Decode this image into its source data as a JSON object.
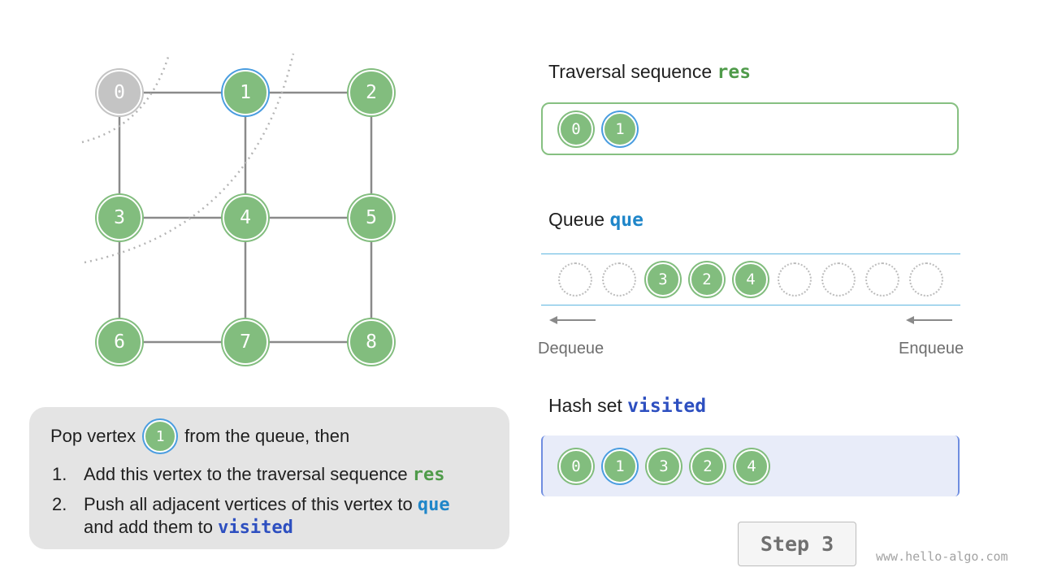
{
  "graph": {
    "nodes": [
      {
        "label": "0",
        "state": "grey"
      },
      {
        "label": "1",
        "state": "current"
      },
      {
        "label": "2",
        "state": "green"
      },
      {
        "label": "3",
        "state": "green"
      },
      {
        "label": "4",
        "state": "green"
      },
      {
        "label": "5",
        "state": "green"
      },
      {
        "label": "6",
        "state": "green"
      },
      {
        "label": "7",
        "state": "green"
      },
      {
        "label": "8",
        "state": "green"
      }
    ],
    "edges": [
      [
        "0",
        "1"
      ],
      [
        "1",
        "2"
      ],
      [
        "0",
        "3"
      ],
      [
        "1",
        "4"
      ],
      [
        "2",
        "5"
      ],
      [
        "3",
        "4"
      ],
      [
        "4",
        "5"
      ],
      [
        "3",
        "6"
      ],
      [
        "4",
        "7"
      ],
      [
        "5",
        "8"
      ],
      [
        "6",
        "7"
      ],
      [
        "7",
        "8"
      ]
    ]
  },
  "res": {
    "title": "Traversal sequence",
    "keyword": "res",
    "items": [
      "0",
      "1"
    ],
    "current": "1"
  },
  "queue": {
    "title": "Queue",
    "keyword": "que",
    "slots": [
      "",
      "",
      "3",
      "2",
      "4",
      "",
      "",
      "",
      ""
    ],
    "dequeue_label": "Dequeue",
    "enqueue_label": "Enqueue"
  },
  "visited": {
    "title": "Hash set",
    "keyword": "visited",
    "items": [
      "0",
      "1",
      "3",
      "2",
      "4"
    ],
    "current": "1"
  },
  "note": {
    "pop_prefix": "Pop vertex",
    "pop_vertex": "1",
    "pop_suffix": "from the queue, then",
    "step1_num": "1.",
    "step1_text": "Add this vertex to the traversal sequence",
    "step1_kw": "res",
    "step2_num": "2.",
    "step2_text": "Push all adjacent vertices of this vertex to",
    "step2_kw": "que",
    "step2_text2": "and add them to",
    "step2_kw2": "visited"
  },
  "step_label": "Step 3",
  "watermark": "www.hello-algo.com",
  "colors": {
    "visited_green": "#82bd7e",
    "unvisited_grey": "#c4c4c4",
    "current_ring": "#4a9de0",
    "res_kw": "#4f9b4a",
    "que_kw": "#1f86c9",
    "visited_kw": "#2d4fc0"
  }
}
